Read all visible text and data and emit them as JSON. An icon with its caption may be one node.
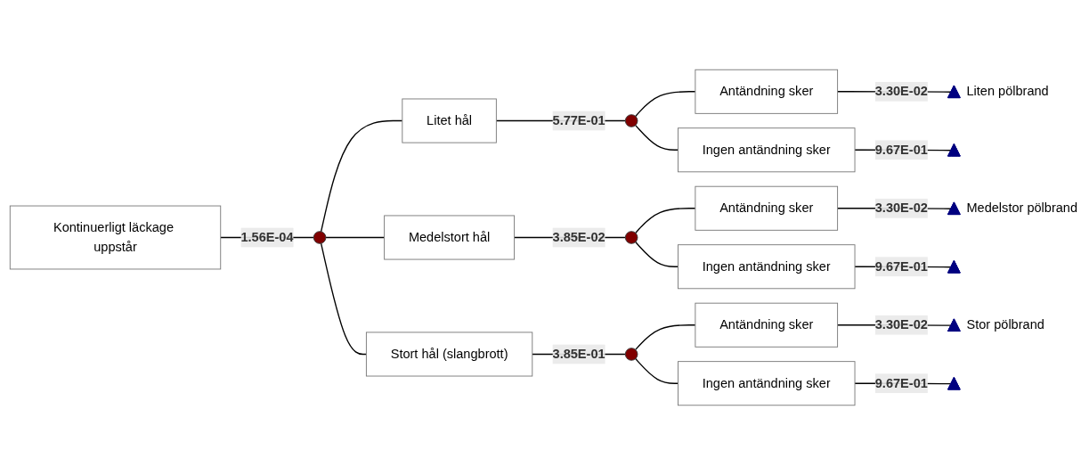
{
  "diagram": {
    "nodes": [
      {
        "text": [
          "Kontinuerligt läckage uppstår"
        ]
      },
      {
        "text": [],
        "shape": "circle"
      },
      {
        "text": [
          "Litet hål"
        ]
      },
      {
        "text": [],
        "shape": "circle"
      },
      {
        "text": [
          "Antändning sker"
        ]
      },
      {
        "text": [],
        "shape": "triangle",
        "beside": [
          "Liten pölbrand"
        ]
      },
      {
        "text": [
          "Ingen antändning sker"
        ]
      },
      {
        "text": [],
        "shape": "triangle"
      },
      {
        "text": [
          "Medelstort hål"
        ]
      },
      {
        "text": [],
        "shape": "circle"
      },
      {
        "text": [
          "Antändning sker"
        ]
      },
      {
        "text": [],
        "shape": "triangle",
        "beside": [
          "Medelstor pölbrand"
        ]
      },
      {
        "text": [
          "Ingen antändning sker"
        ]
      },
      {
        "text": [],
        "shape": "triangle"
      },
      {
        "text": [
          "Stort hål (slangbrott)"
        ]
      },
      {
        "text": [],
        "shape": "circle"
      },
      {
        "text": [
          "Antändning sker"
        ]
      },
      {
        "text": [],
        "shape": "triangle",
        "beside": [
          "Stor pölbrand"
        ]
      },
      {
        "text": [
          "Ingen antändning sker"
        ]
      },
      {
        "text": [],
        "shape": "triangle"
      }
    ],
    "edges": [
      {
        "from": 0,
        "to": 1,
        "arrow": "none",
        "label": "1.56E-04"
      },
      {
        "from": 1,
        "to": 2,
        "arrow": "none"
      },
      {
        "from": 1,
        "to": 8,
        "arrow": "none"
      },
      {
        "from": 1,
        "to": 14,
        "arrow": "none"
      },
      {
        "from": 2,
        "to": 3,
        "arrow": "none",
        "label": "5.77E-01"
      },
      {
        "from": 3,
        "to": 4,
        "arrow": "none"
      },
      {
        "from": 3,
        "to": 6,
        "arrow": "none"
      },
      {
        "from": 4,
        "to": 5,
        "arrow": "none",
        "label": "3.30E-02"
      },
      {
        "from": 6,
        "to": 7,
        "arrow": "none",
        "label": "9.67E-01"
      },
      {
        "from": 8,
        "to": 9,
        "arrow": "none",
        "label": "3.85E-02"
      },
      {
        "from": 9,
        "to": 10,
        "arrow": "none"
      },
      {
        "from": 9,
        "to": 12,
        "arrow": "none"
      },
      {
        "from": 10,
        "to": 11,
        "arrow": "none",
        "label": "3.30E-02"
      },
      {
        "from": 12,
        "to": 13,
        "arrow": "none",
        "label": "9.67E-01"
      },
      {
        "from": 14,
        "to": 15,
        "arrow": "none",
        "label": "3.85E-01"
      },
      {
        "from": 15,
        "to": 16,
        "arrow": "none"
      },
      {
        "from": 15,
        "to": 18,
        "arrow": "none"
      },
      {
        "from": 16,
        "to": 17,
        "arrow": "none",
        "label": "3.30E-02"
      },
      {
        "from": 18,
        "to": 19,
        "arrow": "none",
        "label": "9.67E-01"
      }
    ]
  }
}
